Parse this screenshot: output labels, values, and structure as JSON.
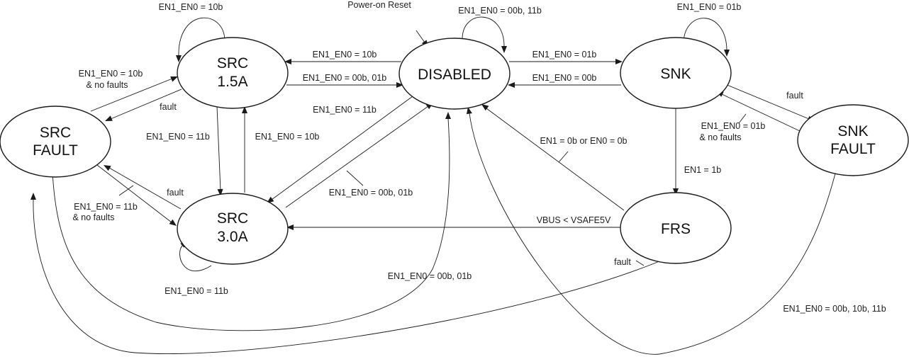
{
  "states": {
    "disabled": "DISABLED",
    "src15_line1": "SRC",
    "src15_line2": "1.5A",
    "src30_line1": "SRC",
    "src30_line2": "3.0A",
    "srcfault_line1": "SRC",
    "srcfault_line2": "FAULT",
    "snk": "SNK",
    "snkfault_line1": "SNK",
    "snkfault_line2": "FAULT",
    "frs": "FRS"
  },
  "labels": {
    "power_on_reset": "Power-on Reset",
    "disabled_self": "EN1_EN0 = 00b, 11b",
    "src15_self": "EN1_EN0 = 10b",
    "snk_self": "EN1_EN0 = 01b",
    "src30_self": "EN1_EN0 = 11b",
    "dis_to_src15": "EN1_EN0 = 10b",
    "src15_to_dis": "EN1_EN0 = 00b, 01b",
    "dis_to_snk": "EN1_EN0 = 01b",
    "snk_to_dis": "EN1_EN0 = 00b",
    "srcfault_to_src15_l1": "EN1_EN0 = 10b",
    "srcfault_to_src15_l2": "& no faults",
    "src15_to_srcfault": "fault",
    "src15_to_src30": "EN1_EN0 = 11b",
    "src30_to_src15": "EN1_EN0 = 10b",
    "dis_to_src30": "EN1_EN0 = 11b",
    "src30_to_dis": "EN1_EN0 = 00b, 01b",
    "src30_to_srcfault": "fault",
    "srcfault_to_src30_l1": "EN1_EN0 = 11b",
    "srcfault_to_src30_l2": "& no faults",
    "snk_to_snkfault": "fault",
    "snkfault_to_snk_l1": "EN1_EN0 = 01b",
    "snkfault_to_snk_l2": "& no faults",
    "frs_to_dis": "EN1 = 0b or EN0 = 0b",
    "snk_to_frs": "EN1 = 1b",
    "frs_to_src30": "VBUS < VSAFE5V",
    "frs_to_srcfault": "fault",
    "srcfault_to_dis": "EN1_EN0 = 00b, 01b",
    "snkfault_to_dis": "EN1_EN0 = 00b, 10b, 11b"
  }
}
